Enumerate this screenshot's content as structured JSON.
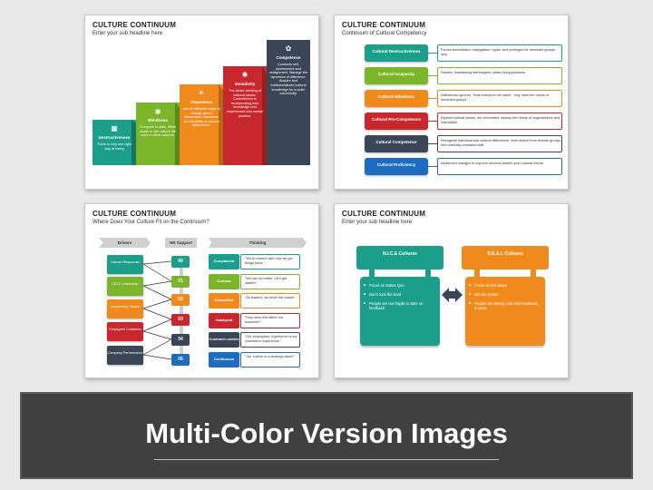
{
  "slide1": {
    "title": "CULTURE CONTINUUM",
    "subtitle": "Enter your sub headline here",
    "steps": [
      {
        "title": "Destructiveness",
        "text": "There is only one right way of being",
        "color": "#1b9e8a"
      },
      {
        "title": "Blindness",
        "text": "Everyone is alike. What works in one culture will work in other cultures.",
        "color": "#7ab52a"
      },
      {
        "title": "Awareness",
        "text": "Interior attitudes begin to change about differences. Openness and flexibility to cultural differences.",
        "color": "#f08a1c"
      },
      {
        "title": "Sensitivity",
        "text": "The active seeking of cultural advice. Commitment to incorporating new knowledge and experiences into overall practice.",
        "color": "#c8282d"
      },
      {
        "title": "Competence",
        "text": "Conducts self-assessment and realignment. Manage the dynamics of difference. Acquire and institutionalized cultural knowledge for a wider community.",
        "color": "#3a4556"
      }
    ]
  },
  "slide2": {
    "title": "CULTURE CONTINUUM",
    "subtitle": "Continuum of Cultural Competency",
    "rows": [
      {
        "label": "Cultural Destructiveness",
        "desc": "Forced assimilation, subjugation, rights, and privileges for dominant groups only.",
        "color": "#1b9e8a"
      },
      {
        "label": "Cultural Incapacity",
        "desc": "Racism, maintaining stereotypes, unfair hiring practices.",
        "color": "#7ab52a"
      },
      {
        "label": "Cultural Blindness",
        "desc": "Differences ignored, \"treat everyone the same,\" only meet the needs of dominant groups.",
        "color": "#f08a1c"
      },
      {
        "label": "Cultural Pre-Competence",
        "desc": "Explore cultural issues, are committed, assess the needs of organizations and individuals.",
        "color": "#c8282d"
      },
      {
        "label": "Cultural Competence",
        "desc": "Recognize individual and cultural differences, seek advice from diverse groups, hire culturally unbiased staff.",
        "color": "#3a4556"
      },
      {
        "label": "Cultural Proficiency",
        "desc": "Implement changes to improve services based upon cultural needs.",
        "color": "#1e6cc0"
      }
    ]
  },
  "slide3": {
    "title": "CULTURE CONTINUUM",
    "subtitle": "Where Does Your Culture Fit on the Continuum?",
    "col_drivers": "Drivers",
    "col_hr": "HR Support",
    "col_thinking": "Thinking",
    "drivers": [
      {
        "label": "Human Resources",
        "color": "#1b9e8a"
      },
      {
        "label": "CEO/ Leadership",
        "color": "#7ab52a"
      },
      {
        "label": "Leadership / Board",
        "color": "#f08a1c"
      },
      {
        "label": "Employee/ Customer",
        "color": "#c8282d"
      },
      {
        "label": "Company Performance",
        "color": "#3a4556"
      }
    ],
    "levels": [
      {
        "num": "00",
        "color": "#1b9e8a"
      },
      {
        "num": "01",
        "color": "#7ab52a"
      },
      {
        "num": "02",
        "color": "#f08a1c"
      },
      {
        "num": "03",
        "color": "#c8282d"
      },
      {
        "num": "04",
        "color": "#3a4556"
      },
      {
        "num": "05",
        "color": "#1e6cc0"
      }
    ],
    "thinking": [
      {
        "label": "Complacent",
        "quote": "\"We're content with how we get things done.\"",
        "color": "#1b9e8a"
      },
      {
        "label": "Curious",
        "quote": "\"We can do better. Let's get started.\"",
        "color": "#7ab52a"
      },
      {
        "label": "Committed",
        "quote": "\"As leaders, we drive the culture.\"",
        "color": "#f08a1c"
      },
      {
        "label": "Catalyzed",
        "quote": "\"How does this affect our business?\"",
        "color": "#c8282d"
      },
      {
        "label": "Customer-centric",
        "quote": "\"Our employees' experience is our customers' experience.\"",
        "color": "#3a4556"
      },
      {
        "label": "Continuous",
        "quote": "\"Our culture is a strategic asset.\"",
        "color": "#1e6cc0"
      }
    ]
  },
  "slide4": {
    "title": "CULTURE CONTINUUM",
    "subtitle": "Enter your sub headline here",
    "left": {
      "title": "N.I.C.E Cultures",
      "color": "#1b9e8a",
      "points": [
        "Focus on status Quo",
        "Don't rock the boat",
        "People are too fragile to take on feedback."
      ]
    },
    "right": {
      "title": "R.E.A.L Cultures",
      "color": "#f08a1c",
      "points": [
        "Focus on the future",
        "Stir the ocean",
        "People are strong, can take feedback, & learn."
      ]
    }
  },
  "banner": {
    "title": "Multi-Color Version Images"
  }
}
